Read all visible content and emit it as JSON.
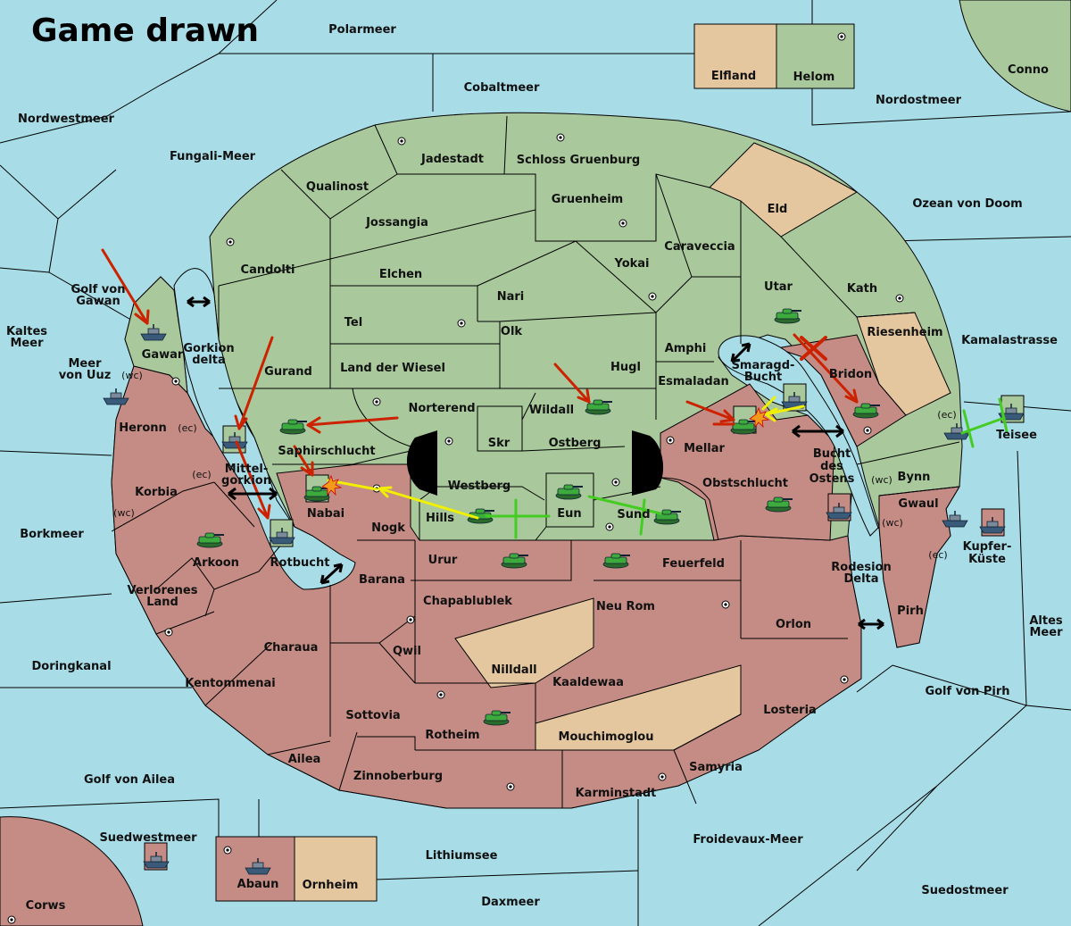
{
  "title": "Game drawn",
  "colors": {
    "sea": "#a8dde8",
    "green_land": "#a9c99c",
    "red_land": "#c48c84",
    "neutral_land": "#e5c79f",
    "arrow_red": "#cc2200",
    "arrow_yellow": "#f0f000",
    "arrow_green": "#44cc22"
  },
  "seas": {
    "polarmeer": "Polarmeer",
    "cobaltmeer": "Cobaltmeer",
    "nordwestmeer": "Nordwestmeer",
    "fungali": "Fungali-Meer",
    "nordostmeer": "Nordostmeer",
    "conno": "Conno",
    "ozean": "Ozean von Doom",
    "kamalastrasse": "Kamalastrasse",
    "golf_gawan": "Golf von\nGawan",
    "kaltes": "Kaltes\nMeer",
    "meer_uuz": "Meer\nvon Uuz",
    "gorkion_delta": "Gorkion\ndelta",
    "mittelgorkion": "Mittel-\ngorkion",
    "borkmeer": "Borkmeer",
    "smaragd": "Smaragd-\nBucht",
    "bucht_ostens": "Bucht\ndes\nOstens",
    "rodesion": "Rodesion\nDelta",
    "altes": "Altes\nMeer",
    "golf_pirh": "Golf von Pirh",
    "doringkanal": "Doringkanal",
    "golf_ailea": "Golf von Ailea",
    "suedwestmeer": "Suedwestmeer",
    "lithiumsee": "Lithiumsee",
    "froidevaux": "Froidevaux-Meer",
    "suedostmeer": "Suedostmeer",
    "daxmeer": "Daxmeer",
    "corws": "Corws",
    "rotbucht": "Rotbucht"
  },
  "provinces": {
    "elfland": "Elfland",
    "helom": "Helom",
    "jadestadt": "Jadestadt",
    "schloss": "Schloss Gruenburg",
    "qualinost": "Qualinost",
    "gruenheim": "Gruenheim",
    "eld": "Eld",
    "jossangia": "Jossangia",
    "caraveccia": "Caraveccia",
    "candolti": "Candolti",
    "elchen": "Elchen",
    "yokai": "Yokai",
    "utar": "Utar",
    "kath": "Kath",
    "nari": "Nari",
    "tel": "Tel",
    "olk": "Olk",
    "amphi": "Amphi",
    "riesenheim": "Riesenheim",
    "gawar": "Gawar",
    "gurand": "Gurand",
    "land_wiesel": "Land der Wiesel",
    "hugl": "Hugl",
    "esmaladan": "Esmaladan",
    "bridon": "Bridon",
    "norterend": "Norterend",
    "wildall": "Wildall",
    "heronn": "Heronn",
    "saphir": "Saphirschlucht",
    "skr": "Skr",
    "ostberg": "Ostberg",
    "mellar": "Mellar",
    "teisee": "Teisee",
    "bynn": "Bynn",
    "korbia": "Korbia",
    "westberg": "Westberg",
    "obstschlucht": "Obstschlucht",
    "nabai": "Nabai",
    "gwaul": "Gwaul",
    "hills": "Hills",
    "eun": "Eun",
    "sund": "Sund",
    "nogk": "Nogk",
    "arkoon": "Arkoon",
    "urur": "Urur",
    "feuerfeld": "Feuerfeld",
    "kupfer": "Kupfer-\nKüste",
    "barana": "Barana",
    "verlorenes": "Verlorenes\nLand",
    "chapablublek": "Chapablublek",
    "neu_rom": "Neu Rom",
    "pirh": "Pirh",
    "orlon": "Orlon",
    "qwil": "Qwil",
    "charaua": "Charaua",
    "nilldall": "Nilldall",
    "kaaldewaa": "Kaaldewaa",
    "kentommenai": "Kentommenai",
    "losteria": "Losteria",
    "sottovia": "Sottovia",
    "rotheim": "Rotheim",
    "mouchimoglou": "Mouchimoglou",
    "ailea": "Ailea",
    "samyria": "Samyria",
    "zinnoberburg": "Zinnoberburg",
    "karminstadt": "Karminstadt",
    "abaun": "Abaun",
    "ornheim": "Ornheim"
  },
  "coasts": {
    "wc1": "(wc)",
    "ec1": "(ec)",
    "ec2": "(ec)",
    "wc2": "(wc)",
    "ec3": "(ec)",
    "wc3": "(wc)",
    "wc4": "(wc)",
    "ec4": "(ec)"
  }
}
